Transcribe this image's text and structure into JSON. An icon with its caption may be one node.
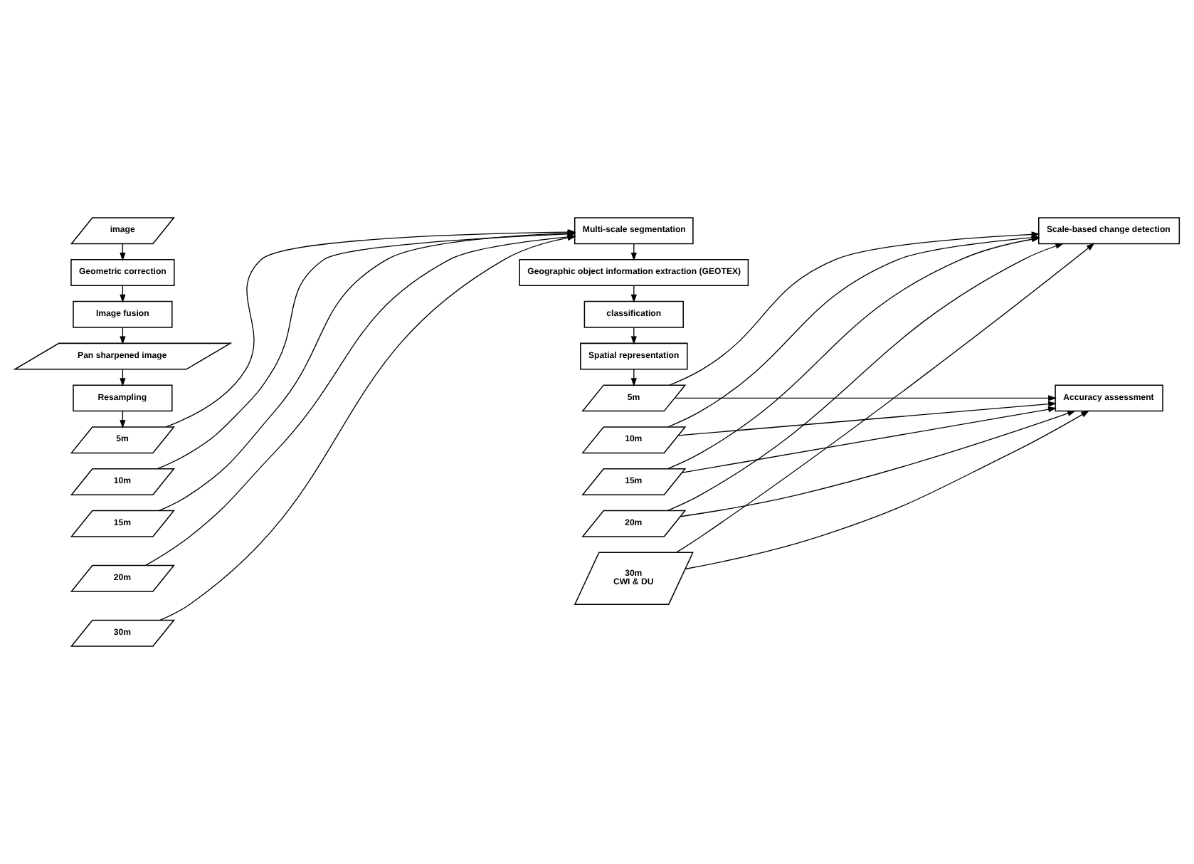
{
  "diagram": {
    "nodes": [
      {
        "text": [
          "image"
        ]
      },
      {
        "text": [
          "Geometric correction"
        ]
      },
      {
        "text": [
          "Image fusion"
        ]
      },
      {
        "text": [
          "Pan sharpened image"
        ]
      },
      {
        "text": [
          "Resampling"
        ]
      },
      {
        "text": [
          "5m"
        ]
      },
      {
        "text": [
          "10m"
        ]
      },
      {
        "text": [
          "15m"
        ]
      },
      {
        "text": [
          "20m"
        ]
      },
      {
        "text": [
          "30m"
        ]
      },
      {
        "text": [
          "Multi-scale segmentation"
        ]
      },
      {
        "text": [
          "Geographic object information extraction (GEOTEX)"
        ]
      },
      {
        "text": [
          "classification"
        ]
      },
      {
        "text": [
          "Spatial representation"
        ]
      },
      {
        "text": [
          "5m"
        ]
      },
      {
        "text": [
          "10m"
        ]
      },
      {
        "text": [
          "15m"
        ]
      },
      {
        "text": [
          "20m"
        ]
      },
      {
        "text": [
          "30m",
          "CWI & DU"
        ]
      },
      {
        "text": [
          "Scale-based change detection"
        ]
      },
      {
        "text": [
          "Accuracy assessment"
        ]
      }
    ],
    "edges": [
      {
        "from": 0,
        "to": 1,
        "arrow": "to"
      },
      {
        "from": 1,
        "to": 2,
        "arrow": "to"
      },
      {
        "from": 2,
        "to": 3,
        "arrow": "to"
      },
      {
        "from": 3,
        "to": 4,
        "arrow": "to"
      },
      {
        "from": 4,
        "to": 5,
        "arrow": "to"
      },
      {
        "from": 5,
        "to": 10,
        "arrow": "to"
      },
      {
        "from": 6,
        "to": 10,
        "arrow": "to"
      },
      {
        "from": 7,
        "to": 10,
        "arrow": "to"
      },
      {
        "from": 8,
        "to": 10,
        "arrow": "to"
      },
      {
        "from": 9,
        "to": 10,
        "arrow": "to"
      },
      {
        "from": 10,
        "to": 11,
        "arrow": "to"
      },
      {
        "from": 11,
        "to": 12,
        "arrow": "to"
      },
      {
        "from": 12,
        "to": 13,
        "arrow": "to"
      },
      {
        "from": 13,
        "to": 14,
        "arrow": "to"
      },
      {
        "from": 14,
        "to": 19,
        "arrow": "to"
      },
      {
        "from": 15,
        "to": 19,
        "arrow": "to"
      },
      {
        "from": 16,
        "to": 19,
        "arrow": "to"
      },
      {
        "from": 17,
        "to": 19,
        "arrow": "to"
      },
      {
        "from": 18,
        "to": 19,
        "arrow": "to"
      },
      {
        "from": 14,
        "to": 20,
        "arrow": "to"
      },
      {
        "from": 15,
        "to": 20,
        "arrow": "to"
      },
      {
        "from": 16,
        "to": 20,
        "arrow": "to"
      },
      {
        "from": 17,
        "to": 20,
        "arrow": "to"
      },
      {
        "from": 18,
        "to": 20,
        "arrow": "to"
      }
    ]
  }
}
